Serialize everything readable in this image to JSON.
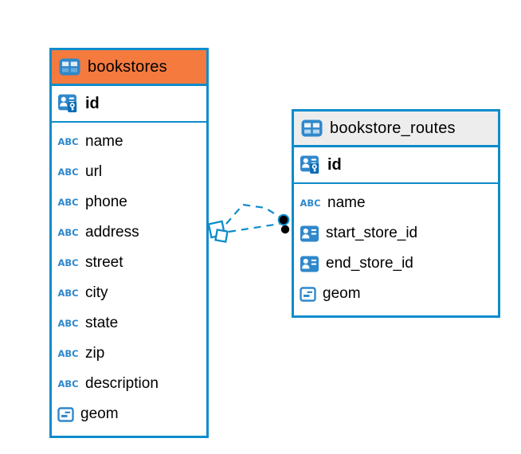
{
  "canvas": {
    "background": "#ffffff",
    "accent_blue": "#0d8ccb",
    "icon_blue": "#2f88cb"
  },
  "icons": {
    "text_type_glyph": "ABC",
    "table_icon": "table-grid",
    "primary_key_icon": "person-with-key",
    "reference_icon": "person-with-lines",
    "geometry_icon": "box-with-dashes"
  },
  "tables": [
    {
      "name": "bookstores",
      "header_bg": "#f57a3d",
      "key": {
        "label": "id"
      },
      "fields": [
        {
          "label": "name",
          "type": "text"
        },
        {
          "label": "url",
          "type": "text"
        },
        {
          "label": "phone",
          "type": "text"
        },
        {
          "label": "address",
          "type": "text"
        },
        {
          "label": "street",
          "type": "text"
        },
        {
          "label": "city",
          "type": "text"
        },
        {
          "label": "state",
          "type": "text"
        },
        {
          "label": "zip",
          "type": "text"
        },
        {
          "label": "description",
          "type": "text"
        },
        {
          "label": "geom",
          "type": "geometry"
        }
      ]
    },
    {
      "name": "bookstore_routes",
      "header_bg": "#ededed",
      "key": {
        "label": "id"
      },
      "fields": [
        {
          "label": "name",
          "type": "text"
        },
        {
          "label": "start_store_id",
          "type": "reference"
        },
        {
          "label": "end_store_id",
          "type": "reference"
        },
        {
          "label": "geom",
          "type": "geometry"
        }
      ]
    }
  ],
  "relationships": [
    {
      "style": "dashed",
      "from_table": "bookstores",
      "to_table": "bookstore_routes"
    },
    {
      "style": "dashed",
      "from_table": "bookstores",
      "to_table": "bookstore_routes"
    }
  ]
}
